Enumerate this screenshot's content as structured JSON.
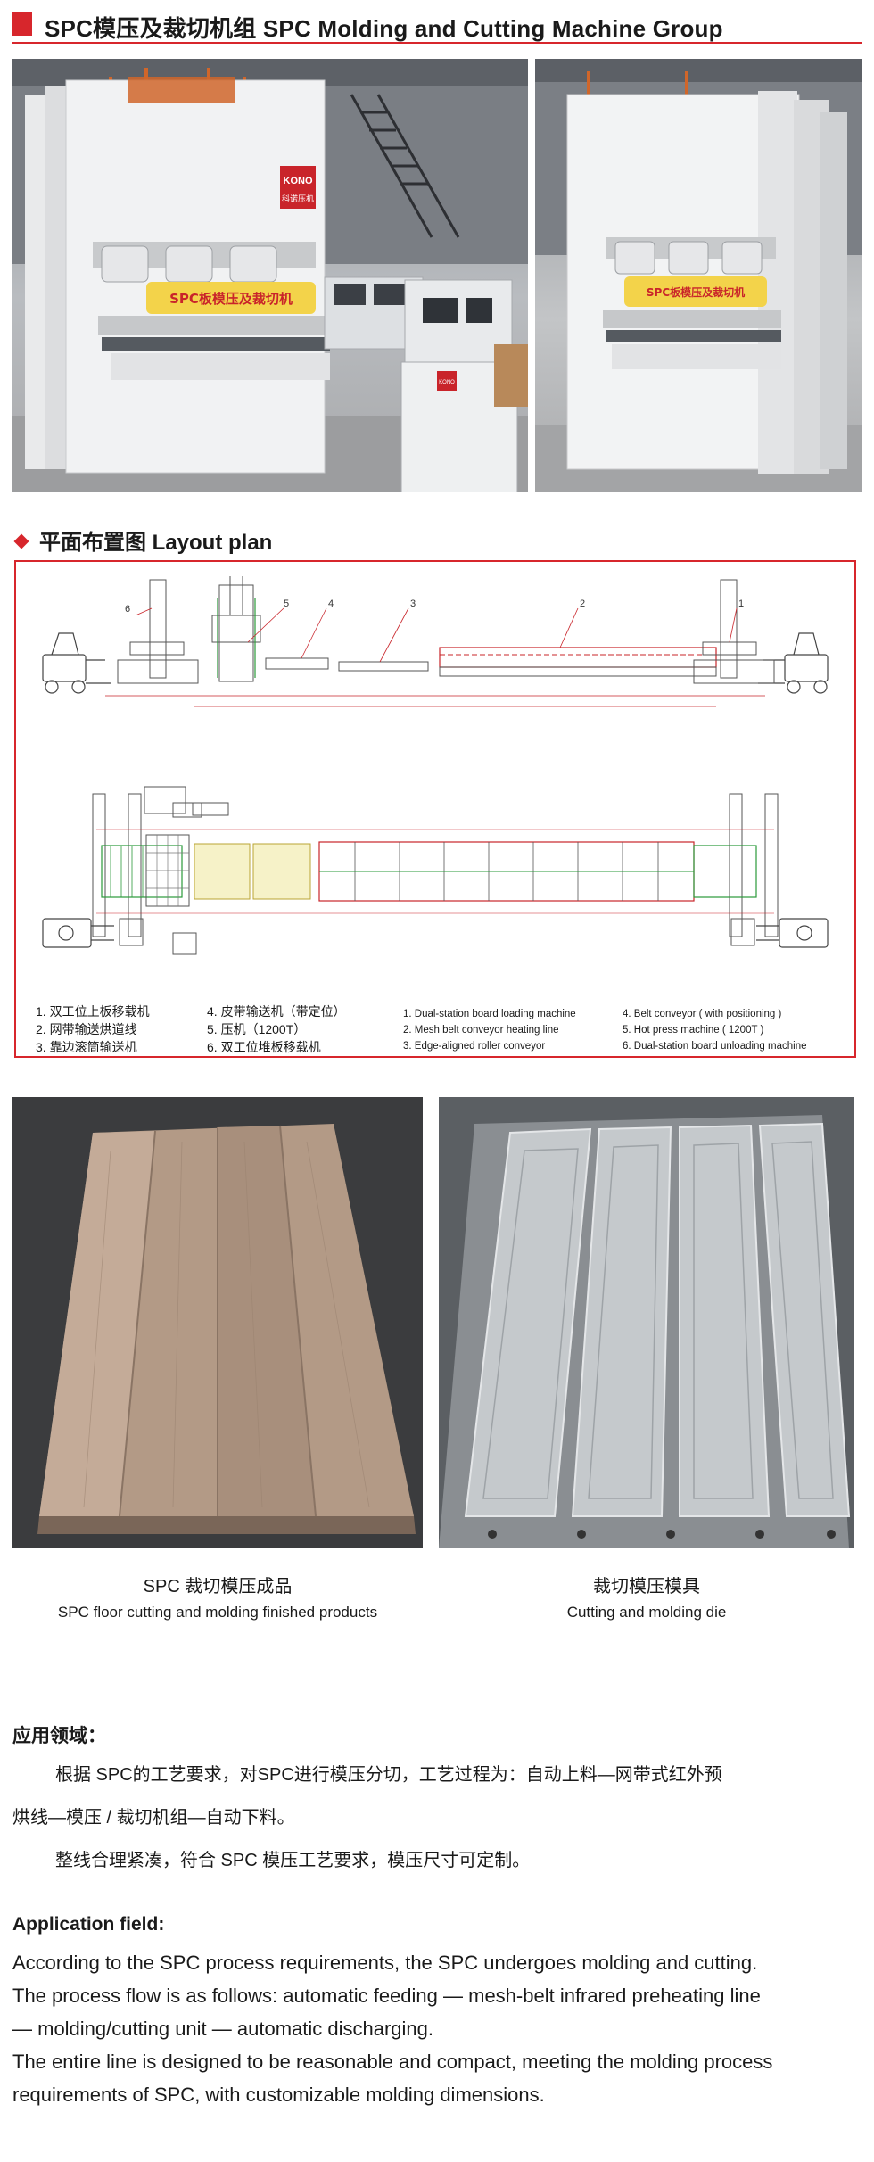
{
  "header": {
    "title": "SPC模压及裁切机组  SPC Molding and Cutting Machine Group",
    "accent_color": "#d7262c"
  },
  "photo_left": {
    "brand_sign": "KONO",
    "brand_sign_cn": "科诺压机",
    "machine_label": "SPC板模压及裁切机",
    "cabinet_sign": "KONO"
  },
  "photo_right": {
    "machine_label": "SPC板模压及裁切机"
  },
  "layout": {
    "heading": "平面布置图  Layout plan",
    "callouts": [
      "1",
      "2",
      "3",
      "4",
      "5",
      "6"
    ],
    "legend_cn": [
      "1. 双工位上板移载机",
      "2. 网带输送烘道线",
      "3. 靠边滚筒输送机",
      "4. 皮带输送机（带定位）",
      "5. 压机（1200T）",
      "6. 双工位堆板移载机"
    ],
    "legend_en": [
      "1. Dual-station board loading machine",
      "2. Mesh belt conveyor heating line",
      "3. Edge-aligned roller conveyor",
      "4. Belt conveyor ( with positioning )",
      "5. Hot press machine ( 1200T )",
      "6. Dual-station board unloading machine"
    ]
  },
  "products": {
    "left_cn": "SPC 裁切模压成品",
    "left_en": "SPC floor cutting and molding finished products",
    "right_cn": "裁切模压模具",
    "right_en": "Cutting and molding die"
  },
  "application_cn": {
    "heading": "应用领域：",
    "para1_line1": "根据 SPC的工艺要求，对SPC进行模压分切，工艺过程为：自动上料—网带式红外预",
    "para1_line2": "烘线—模压 / 裁切机组—自动下料。",
    "para2": "整线合理紧凑，符合 SPC 模压工艺要求，模压尺寸可定制。"
  },
  "application_en": {
    "heading": "Application field:",
    "lines": [
      "According to the SPC process requirements, the SPC undergoes molding and cutting.",
      "The process flow is as follows: automatic feeding — mesh-belt infrared preheating line",
      "— molding/cutting unit — automatic discharging.",
      "The entire line is designed to be reasonable and compact, meeting the molding process",
      "requirements of SPC, with customizable molding dimensions."
    ]
  }
}
